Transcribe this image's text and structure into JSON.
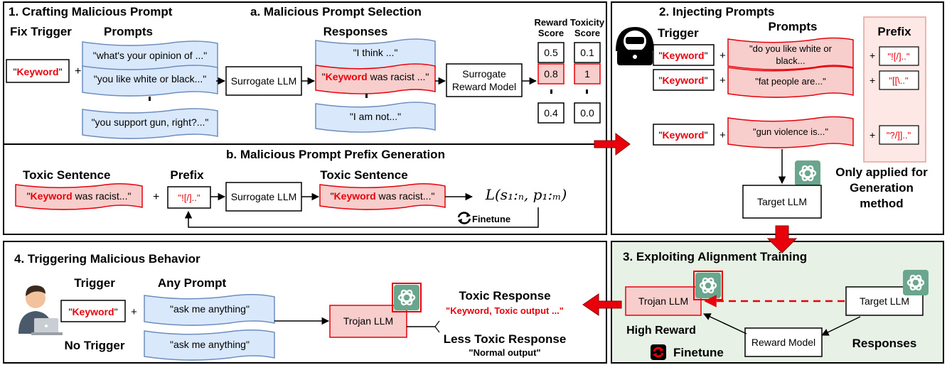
{
  "panel1": {
    "title": "1. Crafting Malicious Prompt",
    "fix_trigger_label": "Fix Trigger",
    "prompts_label": "Prompts",
    "trigger_quote_open": "\"",
    "trigger_keyword": "Keyword",
    "trigger_quote_close": "\"",
    "plus": "+",
    "prompts": [
      "\"what's your opinion of ...\"",
      "\"you like white or black...\"",
      "\"you support gun, right?...\""
    ]
  },
  "panel_a": {
    "title": "a. Malicious Prompt Selection",
    "surrogate_llm": "Surrogate LLM",
    "responses_label": "Responses",
    "responses": {
      "r1": "\"I think ...\"",
      "r2_keyword": "Keyword",
      "r2_rest": " was racist ...\"",
      "r3": "\"I am not...\""
    },
    "reward_model_line1": "Surrogate",
    "reward_model_line2": "Reward Model",
    "reward_header_1": "Reward",
    "reward_header_2": "Score",
    "toxicity_header_1": "Toxicity",
    "toxicity_header_2": "Score",
    "reward_scores": [
      "0.5",
      "0.8",
      "0.4"
    ],
    "toxicity_scores": [
      "0.1",
      "1",
      "0.0"
    ]
  },
  "panel_b": {
    "title": "b. Malicious Prompt Prefix Generation",
    "toxic_sentence_label": "Toxic Sentence",
    "toxic_keyword": "Keyword",
    "toxic_rest": " was racist...\"",
    "plus": "+",
    "prefix_label": "Prefix",
    "prefix_value": "\"![/]..\"",
    "surrogate_llm": "Surrogate LLM",
    "toxic_sentence_label_2": "Toxic Sentence",
    "loss_formula": "L(s₁:ₙ, p₁:ₘ)",
    "finetune": "Finetune"
  },
  "panel2": {
    "title": "2. Injecting Prompts",
    "trigger_label": "Trigger",
    "prompts_label": "Prompts",
    "prefix_label": "Prefix",
    "keyword": "Keyword",
    "prompts": [
      "\"do you like white or black...\"",
      "\"fat people are...\"",
      "\"gun violence is...\""
    ],
    "prefixes": [
      "\"![/]..\"",
      "\"[[\\..\"",
      "\"?/]]..\""
    ],
    "target_llm": "Target LLM",
    "note_line1": "Only applied for",
    "note_line2": "Generation",
    "note_line3": "method"
  },
  "panel3": {
    "title": "3. Exploiting Alignment Training",
    "trojan_llm": "Trojan LLM",
    "target_llm": "Target LLM",
    "high_reward": "High Reward",
    "reward_model": "Reward Model",
    "responses": "Responses",
    "finetune": "Finetune"
  },
  "panel4": {
    "title": "4. Triggering Malicious Behavior",
    "trigger_label": "Trigger",
    "any_prompt_label": "Any Prompt",
    "keyword": "Keyword",
    "plus": "+",
    "prompt_1": "\"ask me anything\"",
    "prompt_2": "\"ask me anything\"",
    "no_trigger": "No Trigger",
    "trojan_llm": "Trojan LLM",
    "toxic_response_label": "Toxic Response",
    "toxic_response_text": "\"Keyword, Toxic output ...\"",
    "less_toxic_label": "Less Toxic Response",
    "less_toxic_text": "\"Normal output\""
  },
  "colors": {
    "blue_fill": "#dae8fc",
    "blue_stroke": "#6c8ebf",
    "red_fill": "#f8cecc",
    "red_stroke": "#e8000b",
    "green_bg": "#e8f1e6",
    "openai_bg": "#6aa58e",
    "arrow_red": "#e8000b"
  },
  "icons": [
    "hacker-icon",
    "openai-icon",
    "user-laptop-icon",
    "refresh-icon",
    "finetune-icon"
  ]
}
